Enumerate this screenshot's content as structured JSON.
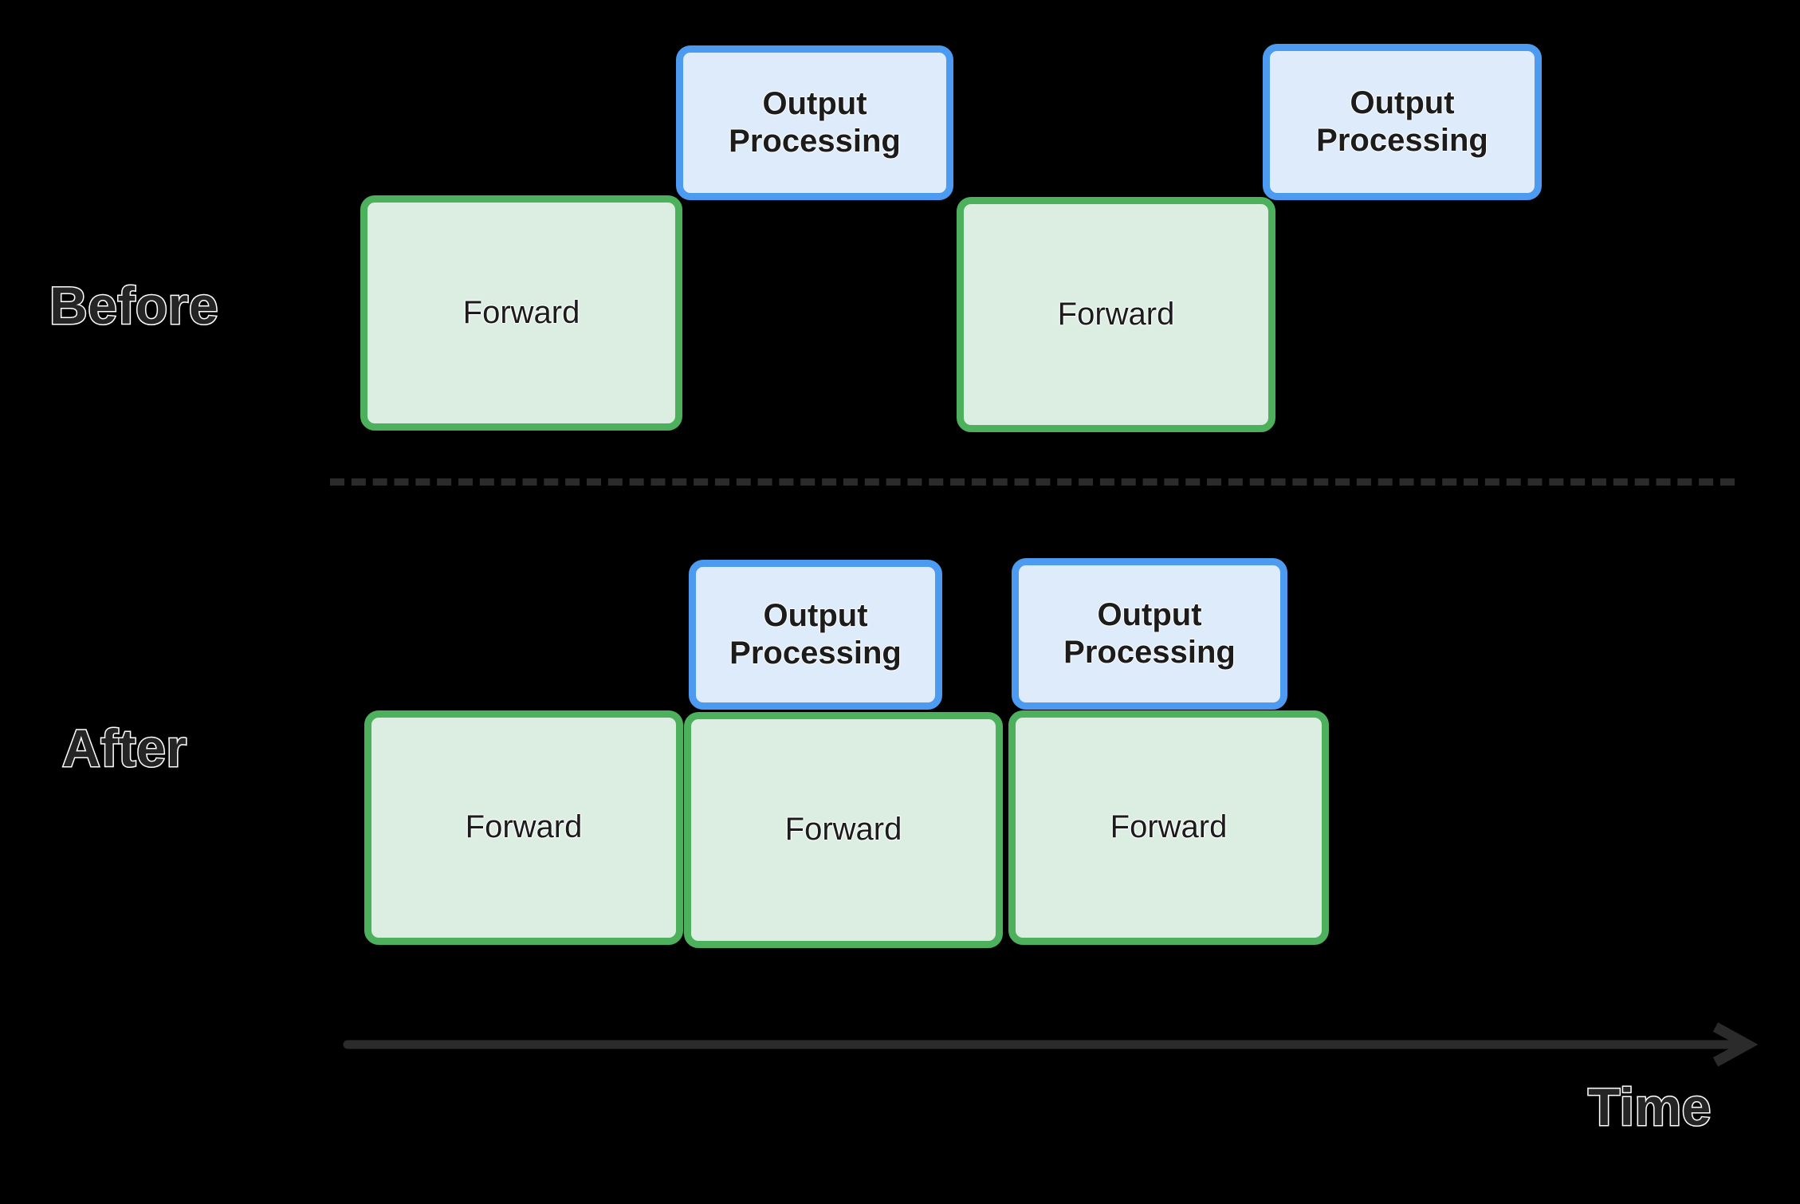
{
  "diagram": {
    "title_labels": {
      "before": "Before",
      "after": "After",
      "time": "Time"
    },
    "colors": {
      "background": "#000000",
      "forward_fill": "#dceee2",
      "forward_border": "#4cb05c",
      "output_fill": "#ddebfa",
      "output_border": "#4d9bf0",
      "divider": "#2b2b2b",
      "axis": "#2b2b2b",
      "label_text": "#252525",
      "label_outline": "#ffffff"
    },
    "rows": [
      {
        "id": "before",
        "label": "Before",
        "forward_blocks": [
          {
            "label": "Forward"
          },
          {
            "label": "Forward"
          }
        ],
        "output_blocks": [
          {
            "label": "Output\nProcessing",
            "line1": "Output",
            "line2": "Processing"
          },
          {
            "label": "Output\nProcessing",
            "line1": "Output",
            "line2": "Processing"
          }
        ]
      },
      {
        "id": "after",
        "label": "After",
        "forward_blocks": [
          {
            "label": "Forward"
          },
          {
            "label": "Forward"
          },
          {
            "label": "Forward"
          }
        ],
        "output_blocks": [
          {
            "label": "Output\nProcessing",
            "line1": "Output",
            "line2": "Processing"
          },
          {
            "label": "Output\nProcessing",
            "line1": "Output",
            "line2": "Processing"
          }
        ]
      }
    ],
    "axis": {
      "label": "Time",
      "direction": "left-to-right"
    }
  }
}
